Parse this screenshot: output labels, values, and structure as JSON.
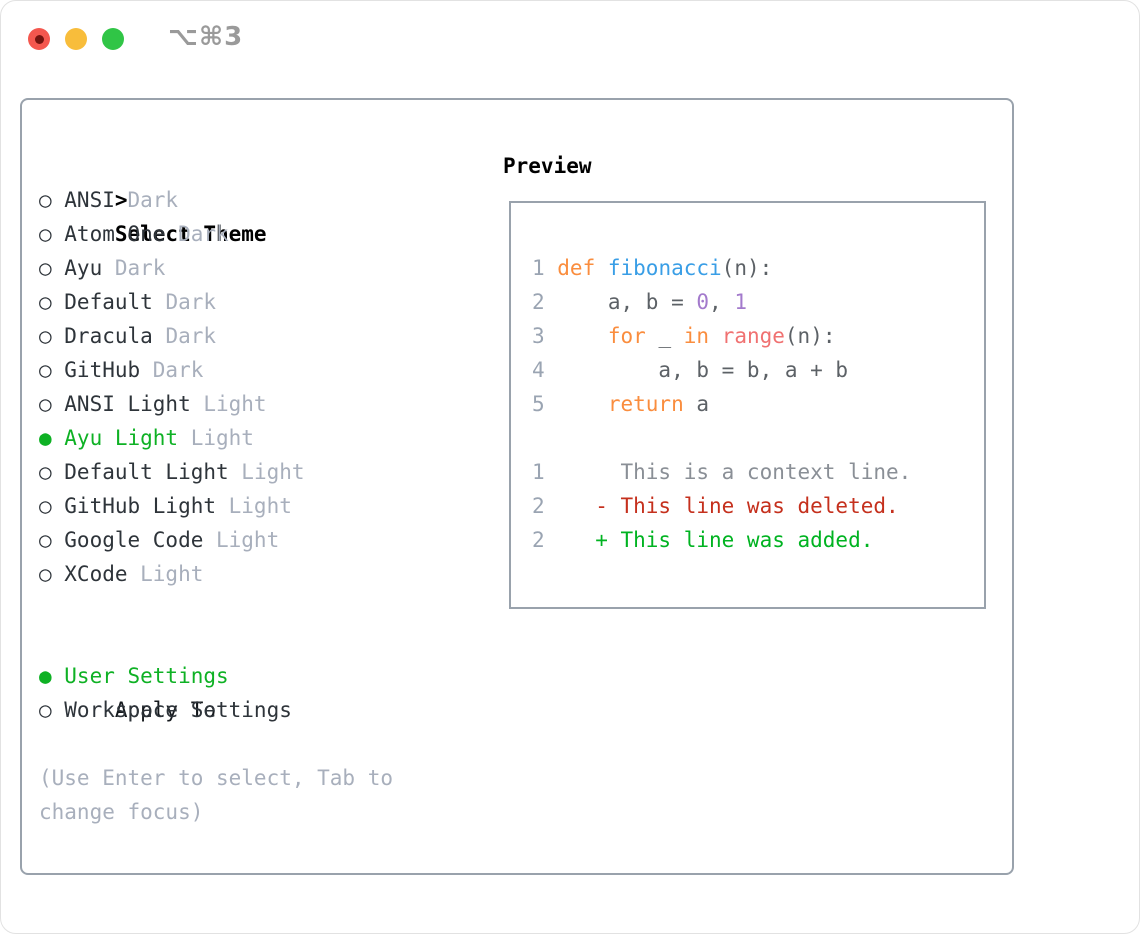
{
  "titlebar": {
    "shortcut": "⌥⌘3"
  },
  "panel": {
    "header_caret": ">",
    "select_theme_header": "Select Theme",
    "radio_selected_glyph": "●",
    "radio_unselected_glyph": "○",
    "themes": [
      {
        "name": "ANSI",
        "variant": "Dark",
        "selected": false
      },
      {
        "name": "Atom One",
        "variant": "Dark",
        "selected": false
      },
      {
        "name": "Ayu",
        "variant": "Dark",
        "selected": false
      },
      {
        "name": "Default",
        "variant": "Dark",
        "selected": false
      },
      {
        "name": "Dracula",
        "variant": "Dark",
        "selected": false
      },
      {
        "name": "GitHub",
        "variant": "Dark",
        "selected": false
      },
      {
        "name": "ANSI Light",
        "variant": "Light",
        "selected": false
      },
      {
        "name": "Ayu Light",
        "variant": "Light",
        "selected": true
      },
      {
        "name": "Default Light",
        "variant": "Light",
        "selected": false
      },
      {
        "name": "GitHub Light",
        "variant": "Light",
        "selected": false
      },
      {
        "name": "Google Code",
        "variant": "Light",
        "selected": false
      },
      {
        "name": "XCode",
        "variant": "Light",
        "selected": false
      }
    ],
    "apply_to": {
      "header": "Apply To",
      "options": [
        {
          "label": "User Settings",
          "selected": true
        },
        {
          "label": "Workspace Settings",
          "selected": false
        }
      ]
    },
    "hint_lines": [
      "(Use Enter to select, Tab to",
      "change focus)"
    ]
  },
  "preview": {
    "title": "Preview",
    "lines": [
      {
        "num": "1",
        "tokens": [
          {
            "t": "def",
            "s": "keyword"
          },
          {
            "t": " ",
            "s": "plain"
          },
          {
            "t": "fibonacci",
            "s": "function"
          },
          {
            "t": "(n):",
            "s": "plain"
          }
        ]
      },
      {
        "num": "2",
        "tokens": [
          {
            "t": "    a, b = ",
            "s": "plain"
          },
          {
            "t": "0",
            "s": "constant"
          },
          {
            "t": ", ",
            "s": "plain"
          },
          {
            "t": "1",
            "s": "constant"
          }
        ]
      },
      {
        "num": "3",
        "tokens": [
          {
            "t": "    ",
            "s": "plain"
          },
          {
            "t": "for",
            "s": "keyword"
          },
          {
            "t": " _ ",
            "s": "plain"
          },
          {
            "t": "in",
            "s": "keyword"
          },
          {
            "t": " ",
            "s": "plain"
          },
          {
            "t": "range",
            "s": "markup"
          },
          {
            "t": "(n):",
            "s": "plain"
          }
        ]
      },
      {
        "num": "4",
        "tokens": [
          {
            "t": "        a, b = b, a + b",
            "s": "plain"
          }
        ]
      },
      {
        "num": "5",
        "tokens": [
          {
            "t": "    ",
            "s": "plain"
          },
          {
            "t": "return",
            "s": "keyword"
          },
          {
            "t": " a",
            "s": "plain"
          }
        ]
      },
      {
        "num": "",
        "tokens": []
      },
      {
        "num": "1",
        "tokens": [
          {
            "t": "     This is a context line.",
            "s": "context"
          }
        ]
      },
      {
        "num": "2",
        "tokens": [
          {
            "t": "   - This line was deleted.",
            "s": "deleted"
          }
        ]
      },
      {
        "num": "2",
        "tokens": [
          {
            "t": "   + This line was added.",
            "s": "added"
          }
        ]
      }
    ]
  },
  "colors": {
    "text": "#2e343a",
    "muted": "#a8afbc",
    "accent_green": "#0eb124",
    "border": "#99a2ac",
    "close_red": "#f4574e",
    "minimize_yellow": "#f8bd3b",
    "zoom_green": "#30c546",
    "plain": "#5c6166",
    "keyword": "#fa8d3e",
    "function": "#399ee6",
    "constant": "#a37acc",
    "markup": "#f07171",
    "gutter": "#9aa4b2",
    "context": "#8a8f96",
    "deleted": "#c5301d",
    "added": "#00b321"
  }
}
